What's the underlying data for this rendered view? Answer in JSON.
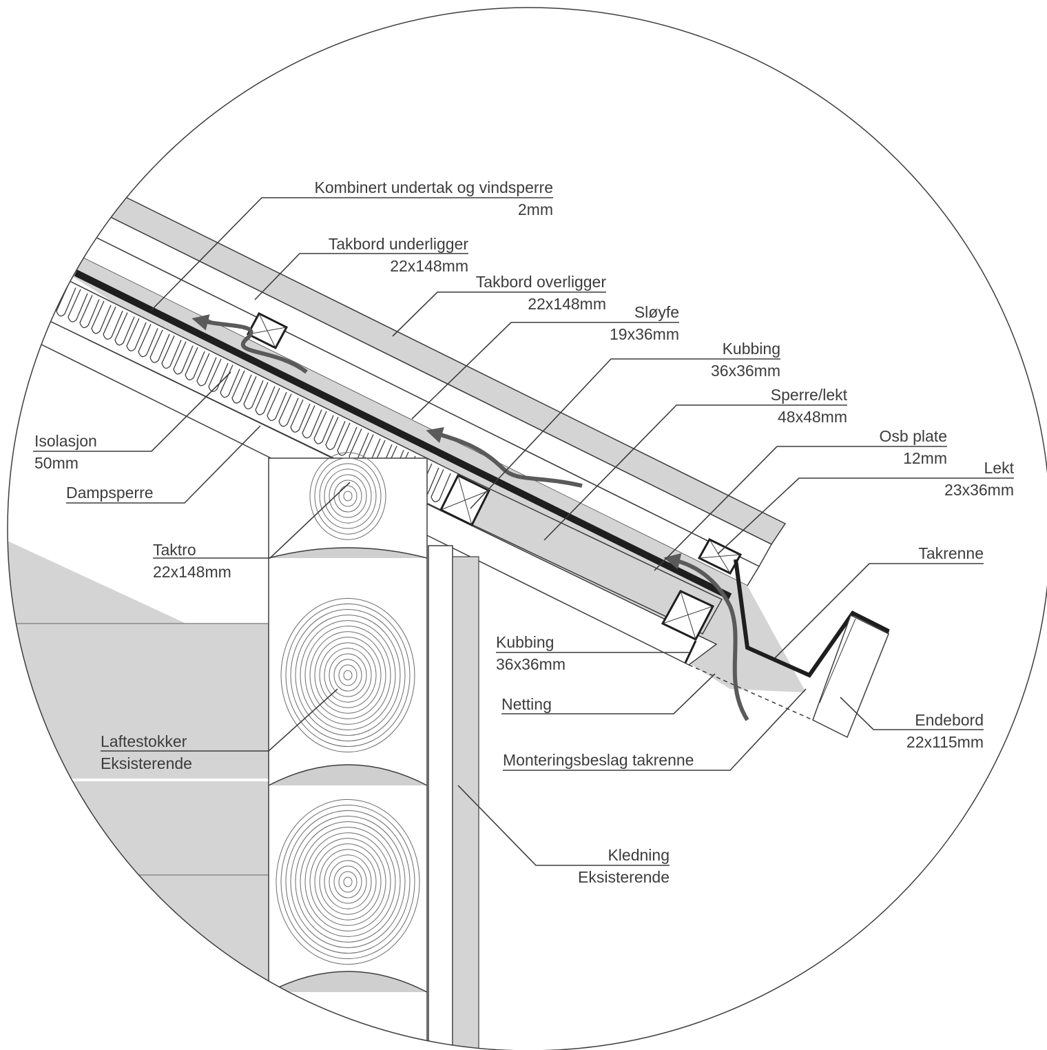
{
  "labels": {
    "kombinert": {
      "name": "Kombinert undertak og vindsperre",
      "dim": "2mm"
    },
    "underligger": {
      "name": "Takbord underligger",
      "dim": "22x148mm"
    },
    "overligger": {
      "name": "Takbord overligger",
      "dim": "22x148mm"
    },
    "sloyfe": {
      "name": "Sløyfe",
      "dim": "19x36mm"
    },
    "kubbing1": {
      "name": "Kubbing",
      "dim": "36x36mm"
    },
    "sperre": {
      "name": "Sperre/lekt",
      "dim": "48x48mm"
    },
    "osb": {
      "name": "Osb plate",
      "dim": "12mm"
    },
    "lekt": {
      "name": "Lekt",
      "dim": "23x36mm"
    },
    "takrenne": {
      "name": "Takrenne"
    },
    "isolasjon": {
      "name": "Isolasjon",
      "dim": "50mm"
    },
    "dampsperre": {
      "name": "Dampsperre"
    },
    "taktro": {
      "name": "Taktro",
      "dim": "22x148mm"
    },
    "kubbing2": {
      "name": "Kubbing",
      "dim": "36x36mm"
    },
    "netting": {
      "name": "Netting"
    },
    "endebord": {
      "name": "Endebord",
      "dim": "22x115mm"
    },
    "laftestokker": {
      "name": "Laftestokker",
      "dim": "Eksisterende"
    },
    "beslag": {
      "name": "Monteringsbeslag takrenne"
    },
    "kledning": {
      "name": "Kledning",
      "dim": "Eksisterende"
    }
  },
  "colors": {
    "line": "#3c3c3c",
    "fill_gray": "#d4d4d4",
    "membrane": "#1e1e1e",
    "arrow": "#5a5a5a"
  }
}
